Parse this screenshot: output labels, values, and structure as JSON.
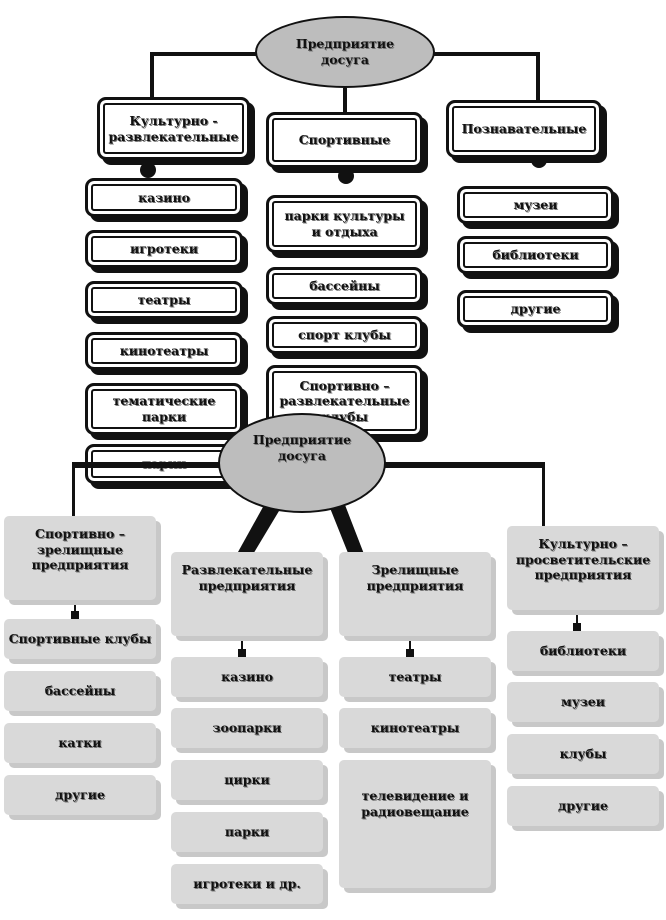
{
  "top_diagram": {
    "root": "Предприятие досуга",
    "branches": [
      {
        "title": "Культурно - развлекательные",
        "items": [
          "казино",
          "игротеки",
          "театры",
          "кинотеатры",
          "тематические парки",
          "парки"
        ]
      },
      {
        "title": "Спортивные",
        "items": [
          "парки культуры и отдыха",
          "бассейны",
          "спорт клубы",
          "Спортивно – развлекательные клубы"
        ]
      },
      {
        "title": "Познавательные",
        "items": [
          "музеи",
          "библиотеки",
          "другие"
        ]
      }
    ]
  },
  "bottom_diagram": {
    "root": "Предприятие досуга",
    "branches": [
      {
        "title": "Спортивно – зрелищные предприятия",
        "items": [
          "Спортивные клубы",
          "бассейны",
          "катки",
          "другие"
        ]
      },
      {
        "title": "Развлекательные предприятия",
        "items": [
          "казино",
          "зоопарки",
          "цирки",
          "парки",
          "игротеки и др."
        ]
      },
      {
        "title": "Зрелищные предприятия",
        "items": [
          "театры",
          "кинотеатры",
          "телевидение и радиовещание"
        ]
      },
      {
        "title": "Культурно – просветительские предприятия",
        "items": [
          "библиотеки",
          "музеи",
          "клубы",
          "другие"
        ]
      }
    ]
  }
}
